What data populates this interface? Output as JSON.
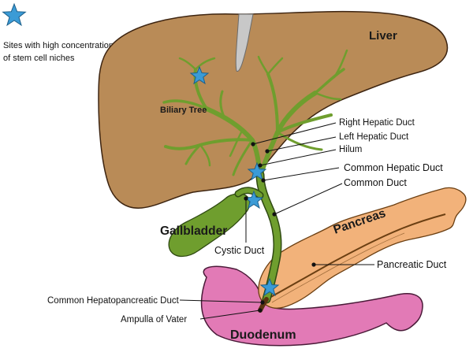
{
  "legend": {
    "icon": "star-icon",
    "line1": "Sites with high concentrations",
    "line2": "of stem cell niches"
  },
  "organs": {
    "liver": "Liver",
    "gallbladder": "Gallbladder",
    "pancreas": "Pancreas",
    "duodenum": "Duodenum",
    "biliary_tree": "Biliary Tree"
  },
  "callouts": {
    "right_hepatic_duct": "Right Hepatic Duct",
    "left_hepatic_duct": "Left Hepatic Duct",
    "hilum": "Hilum",
    "common_hepatic_duct": "Common Hepatic Duct",
    "common_duct": "Common Duct",
    "cystic_duct": "Cystic Duct",
    "pancreatic_duct": "Pancreatic Duct",
    "common_hepatopancreatic_duct": "Common Hepatopancreatic Duct",
    "ampulla_of_vater": "Ampulla of Vater"
  },
  "colors": {
    "liver": "#b98b57",
    "biliary": "#6f9e2e",
    "gallbladder": "#6f9e2e",
    "pancreas": "#f2b27a",
    "duodenum": "#e27ab6",
    "star": "#3b9bd6",
    "ligament": "#c8c8c8"
  }
}
